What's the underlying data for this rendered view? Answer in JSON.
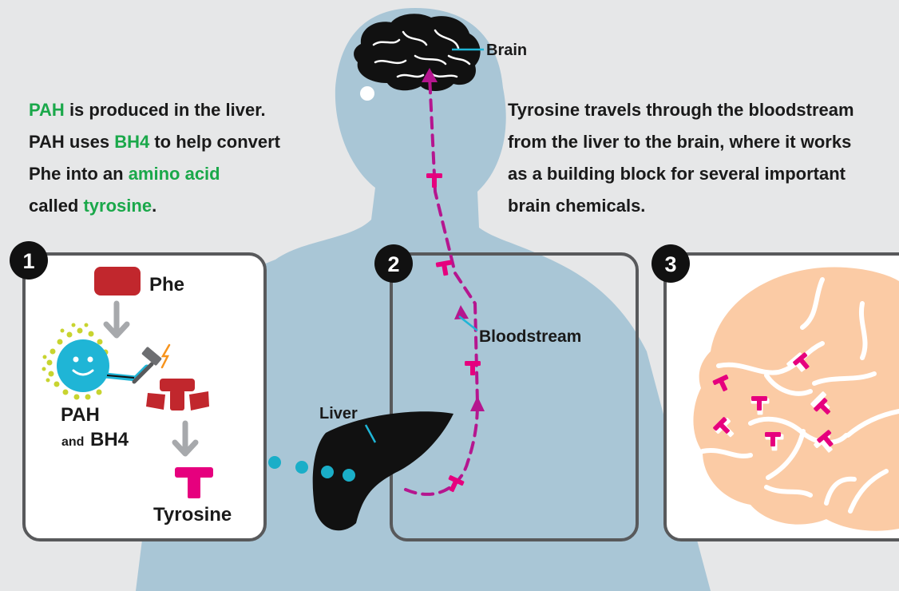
{
  "labels": {
    "brain": "Brain",
    "liver": "Liver",
    "bloodstream": "Bloodstream",
    "phe": "Phe",
    "pah": "PAH",
    "and": "and",
    "bh4": "BH4",
    "tyrosine": "Tyrosine"
  },
  "panel1_text": {
    "l1_green": "PAH",
    "l1_rest": " is produced in the liver.",
    "l2_a": "PAH uses ",
    "l2_green": "BH4",
    "l2_rest": " to help convert",
    "l3_a": "Phe into an ",
    "l3_green": "amino acid",
    "l4_a": "called ",
    "l4_green": "tyrosine",
    "l4_rest": "."
  },
  "panel3_text": {
    "l1": "Tyrosine travels through the bloodstream",
    "l2": "from the liver to the brain, where it works",
    "l3": "as a building block for several important",
    "l4": "brain chemicals."
  },
  "steps": [
    "1",
    "2",
    "3"
  ],
  "colors": {
    "background": "#e6e7e8",
    "body": "#a9c6d6",
    "panel_border": "#58595b",
    "green_text": "#1aa84a",
    "phe_red": "#c1272d",
    "tyrosine_magenta": "#e6007e",
    "arrow_purple": "#b5168f",
    "pah_blue": "#1fb5d6",
    "bh4_dots": "#c8d42f",
    "brain_peach": "#fbcba5",
    "blue_dots": "#1aaec8"
  }
}
